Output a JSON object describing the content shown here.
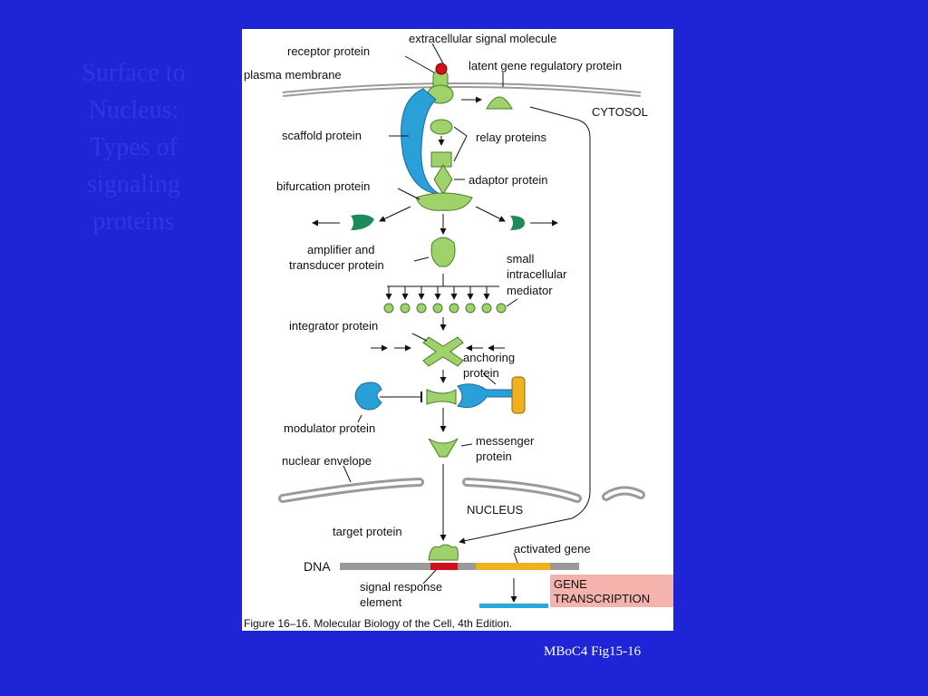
{
  "slide": {
    "title_lines": [
      "Surface to",
      "Nucleus:",
      "Types of",
      "signaling",
      "proteins"
    ],
    "caption": "MBoC4 Fig15-16"
  },
  "figure": {
    "labels": {
      "extracellular_signal_molecule": "extracellular signal molecule",
      "receptor_protein": "receptor protein",
      "latent_gene_regulatory_protein": "latent gene regulatory protein",
      "plasma_membrane": "plasma membrane",
      "cytosol": "CYTOSOL",
      "scaffold_protein": "scaffold protein",
      "relay_proteins": "relay proteins",
      "adaptor_protein": "adaptor protein",
      "bifurcation_protein": "bifurcation protein",
      "amplifier_line1": "amplifier and",
      "amplifier_line2": "transducer protein",
      "small_line1": "small",
      "small_line2": "intracellular",
      "small_line3": "mediator",
      "integrator_protein": "integrator protein",
      "anchoring_line1": "anchoring",
      "anchoring_line2": "protein",
      "modulator_protein": "modulator protein",
      "messenger_line1": "messenger",
      "messenger_line2": "protein",
      "nuclear_envelope": "nuclear envelope",
      "nucleus": "NUCLEUS",
      "target_protein": "target protein",
      "activated_gene": "activated gene",
      "dna": "DNA",
      "signal_response_line1": "signal response",
      "signal_response_line2": "element",
      "gene_transcription_line1": "GENE",
      "gene_transcription_line2": "TRANSCRIPTION",
      "figure_credit": "Figure 16–16. Molecular Biology of the Cell, 4th Edition."
    },
    "colors": {
      "protein_green": "#9fd26b",
      "dark_green": "#1e8a5a",
      "scaffold_blue": "#2aa0d8",
      "signal_red": "#d0101e",
      "activation_pink": "#e0407a",
      "membrane_gray": "#9a9a9a",
      "gene_orange": "#f0b020",
      "transcription_bg": "#f4b3ad",
      "mrna_blue": "#28a8dc"
    }
  }
}
